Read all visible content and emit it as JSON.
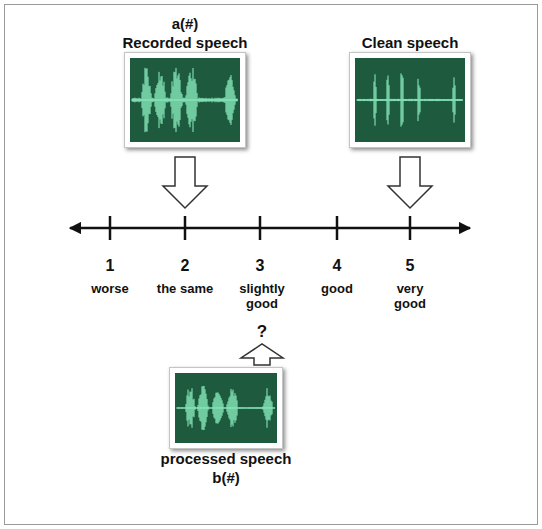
{
  "diagram": {
    "nodes": [
      {
        "text": [
          "a(#)",
          "Recorded speech"
        ]
      },
      {
        "text": [
          "Clean speech"
        ]
      },
      {
        "text": [
          "processed speech",
          "b(#)"
        ]
      }
    ],
    "labels": [
      "1",
      "2",
      "3",
      "4",
      "5",
      "worse",
      "the same",
      "slightly good",
      "good",
      "very good",
      "?"
    ]
  }
}
